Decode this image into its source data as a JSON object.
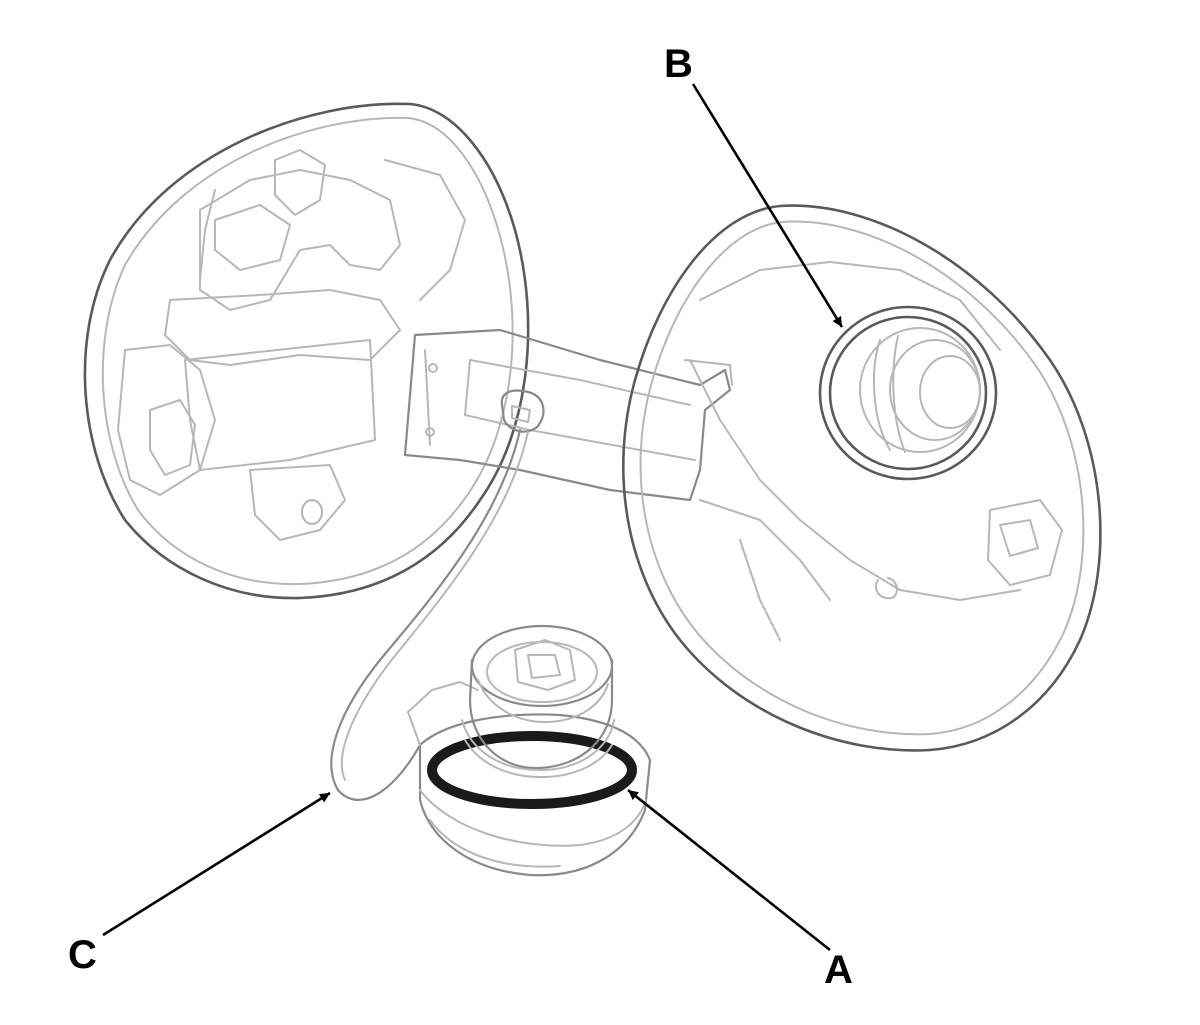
{
  "colors": {
    "line": "#000000",
    "drawing": "#8a8a8a",
    "background": "#ffffff"
  },
  "callouts": {
    "a": {
      "label": "A",
      "part": "gasket"
    },
    "b": {
      "label": "B",
      "part": "filler-neck"
    },
    "c": {
      "label": "C",
      "part": "tether"
    }
  }
}
